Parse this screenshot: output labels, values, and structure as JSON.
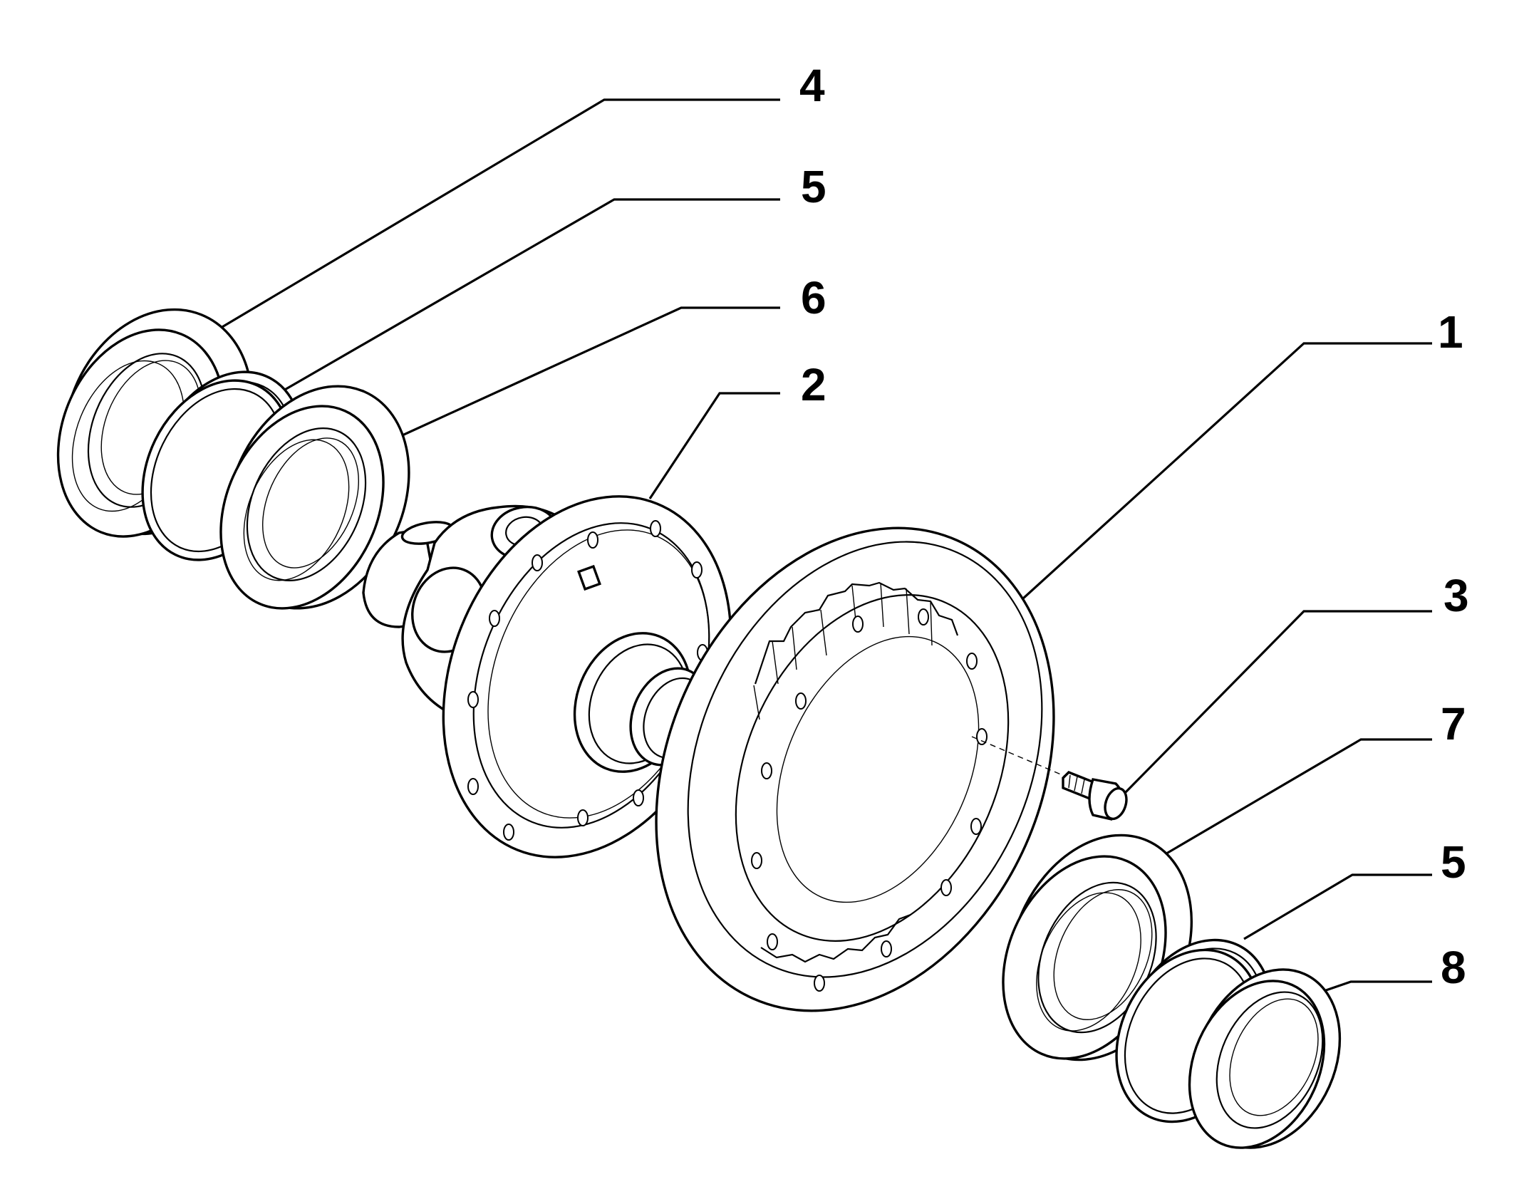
{
  "callouts": [
    {
      "id": "c4-top",
      "label": "4"
    },
    {
      "id": "c5-top",
      "label": "5"
    },
    {
      "id": "c6",
      "label": "6"
    },
    {
      "id": "c2",
      "label": "2"
    },
    {
      "id": "c1",
      "label": "1"
    },
    {
      "id": "c3",
      "label": "3"
    },
    {
      "id": "c7",
      "label": "7"
    },
    {
      "id": "c5-bottom",
      "label": "5"
    },
    {
      "id": "c8",
      "label": "8"
    }
  ],
  "colors": {
    "line": "#000000",
    "background": "#ffffff"
  }
}
